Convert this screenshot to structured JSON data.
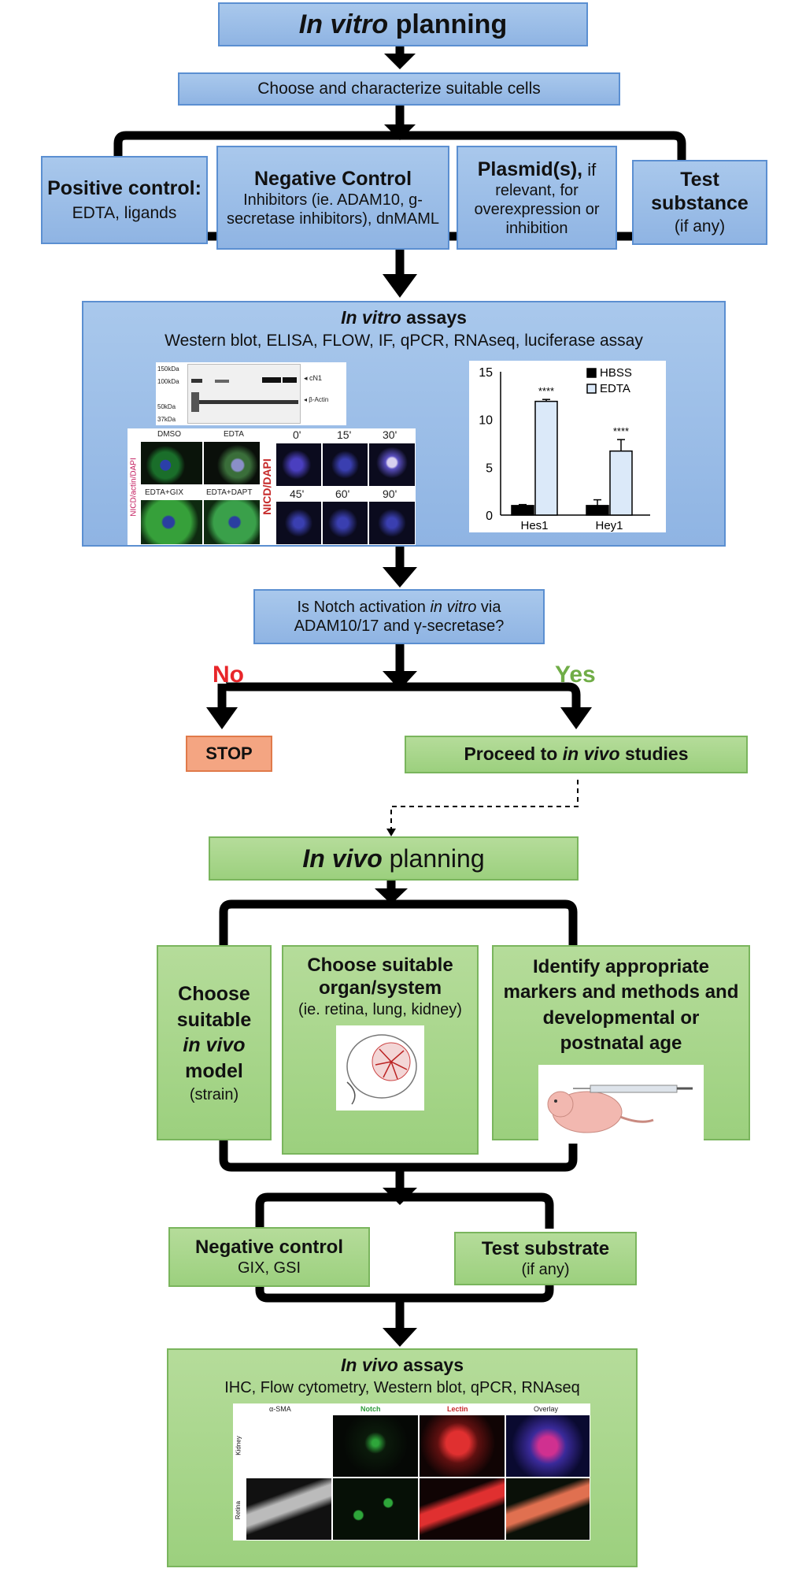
{
  "invitro_planning": {
    "italic": "In vitro",
    "rest": " planning"
  },
  "choose_cells": "Choose and characterize suitable cells",
  "positive_control": {
    "title": "Positive control:",
    "body": "EDTA, ligands"
  },
  "negative_control": {
    "title": "Negative Control",
    "body": "Inhibitors (ie. ADAM10, g-secretase inhibitors), dnMAML"
  },
  "plasmid": {
    "title": "Plasmid(s),",
    "body_inline": " if",
    "body": "relevant, for overexpression or inhibition"
  },
  "test_substance": {
    "title": "Test substance",
    "body": "(if any)"
  },
  "invitro_assays": {
    "italic": "In vitro",
    "rest": " assays",
    "methods": "Western blot, ELISA, FLOW, IF, qPCR, RNAseq, luciferase assay"
  },
  "western_blot": {
    "ladder": [
      "150kDa",
      "100kDa",
      "50kDa",
      "37kDa"
    ],
    "bands": [
      "cN1",
      "β-Actin"
    ]
  },
  "if_panel1": {
    "labels": [
      "DMSO",
      "EDTA",
      "EDTA+GIX",
      "EDTA+DAPT"
    ],
    "side_label": "NICD/actin/DAPI"
  },
  "if_panel2": {
    "labels": [
      "0'",
      "15'",
      "30'",
      "45'",
      "60'",
      "90'"
    ],
    "side_label": "NICD/DAPI"
  },
  "chart_data": {
    "type": "bar",
    "categories": [
      "Hes1",
      "Hey1"
    ],
    "series": [
      {
        "name": "HBSS",
        "values": [
          1.0,
          1.0
        ],
        "errors": [
          0.1,
          0.6
        ]
      },
      {
        "name": "EDTA",
        "values": [
          11.9,
          6.7
        ],
        "errors": [
          0.2,
          1.2
        ]
      }
    ],
    "significance": [
      "****",
      "****"
    ],
    "yticks": [
      "0",
      "5",
      "10",
      "15"
    ],
    "ylim": [
      0,
      15
    ],
    "legend_position": "top-right"
  },
  "question": {
    "line1_a": "Is Notch activation ",
    "line1_i": "in vitro",
    "line1_b": " via",
    "line2": "ADAM10/17 and γ-secretase?"
  },
  "no_label": "No",
  "yes_label": "Yes",
  "stop_label": "STOP",
  "proceed": {
    "a": "Proceed to ",
    "i": "in vivo",
    "b": " studies"
  },
  "invivo_planning": {
    "italic": "In vivo",
    "rest": " planning"
  },
  "choose_model": {
    "l1": "Choose",
    "l2": "suitable",
    "l3": "in vivo",
    "l4": "model",
    "l5": "(strain)"
  },
  "choose_organ": {
    "title": "Choose suitable organ/system",
    "body": "(ie. retina, lung, kidney)"
  },
  "identify_markers": {
    "title": "Identify appropriate markers and methods and developmental or postnatal age"
  },
  "neg_control2": {
    "title": "Negative control",
    "body": "GIX, GSI"
  },
  "test_substrate": {
    "title": "Test substrate",
    "body": "(if any)"
  },
  "invivo_assays": {
    "italic": "In vivo",
    "rest": " assays",
    "methods": "IHC, Flow cytometry, Western blot, qPCR, RNAseq"
  },
  "invivo_image": {
    "columns": [
      "α-SMA",
      "Notch",
      "Lectin",
      "Overlay"
    ],
    "rows": [
      "Kidney",
      "Retina"
    ]
  },
  "colors": {
    "no": "#e8262a",
    "yes": "#70ad47",
    "blue_fill": "#9dbfe8",
    "green_fill": "#a9d68c",
    "orange_fill": "#f4a582"
  }
}
